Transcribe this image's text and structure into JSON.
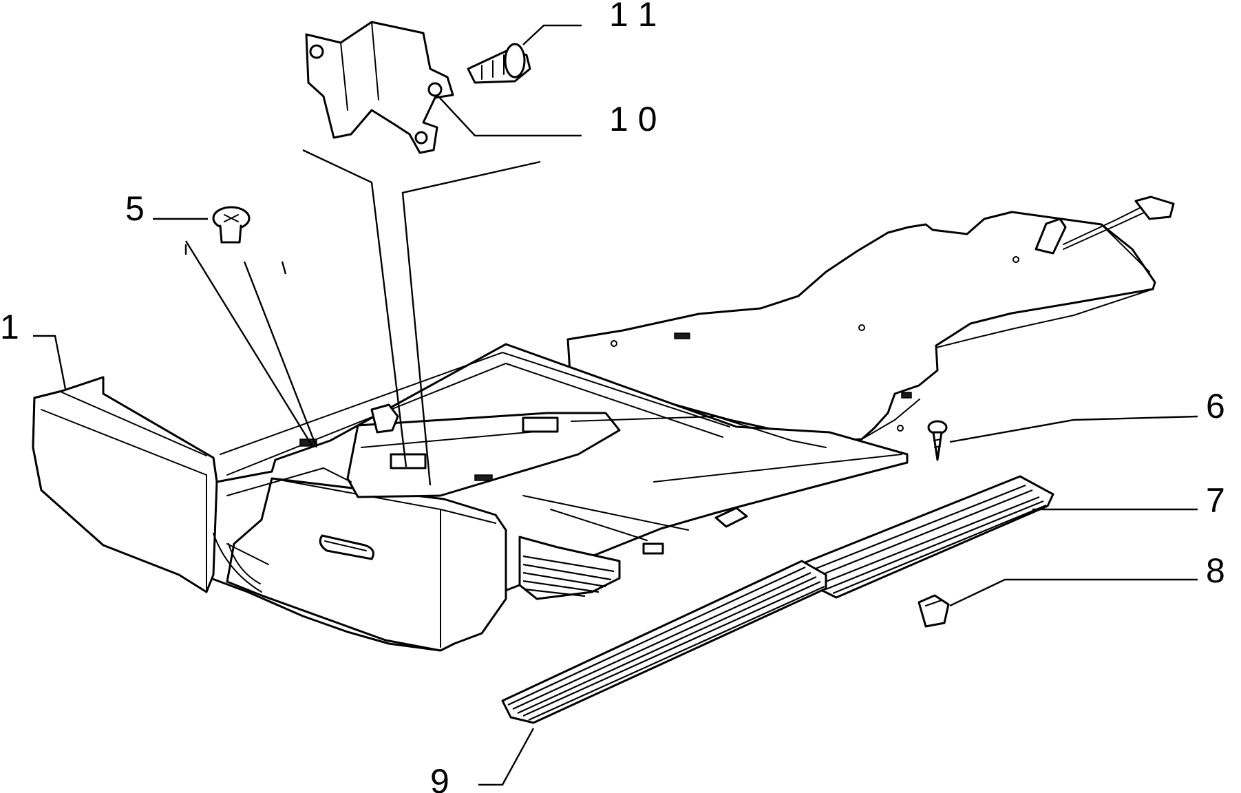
{
  "colors": {
    "ink": "#000000",
    "paper": "#ffffff"
  },
  "callouts": {
    "c1": "1",
    "c5": "5",
    "c6": "6",
    "c7": "7",
    "c8": "8",
    "c9": "9",
    "c10": "1 0",
    "c11": "1 1"
  }
}
